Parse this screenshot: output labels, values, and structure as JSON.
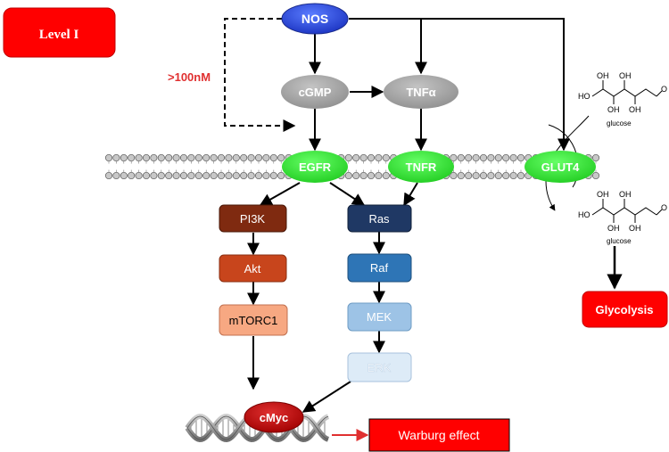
{
  "level": "Level I",
  "concentration_label": ">100nM",
  "nodes": {
    "nos": "NOS",
    "cgmp": "cGMP",
    "tnfa": "TNFα",
    "egfr": "EGFR",
    "tnfr": "TNFR",
    "glut4": "GLUT4",
    "pi3k": "PI3K",
    "akt": "Akt",
    "mtorc1": "mTORC1",
    "ras": "Ras",
    "raf": "Raf",
    "mek": "MEK",
    "erk": "ERK",
    "cmyc": "cMyc",
    "glycolysis": "Glycolysis",
    "warburg": "Warburg effect"
  },
  "glucose": {
    "top_label": "glucose",
    "bottom_label": "glucose",
    "atoms": {
      "oh": "OH",
      "ho": "HO",
      "o": "O"
    }
  },
  "colors": {
    "nos_blue": "#1f3fd6",
    "grey_node": "#a6a6a6",
    "receptor_green": "#33e533",
    "red_box": "#ff0000",
    "pi3k": "#7f2a10",
    "akt": "#c8451c",
    "mtorc1": "#f7a882",
    "ras": "#1f3864",
    "raf": "#2e75b6",
    "mek": "#9dc3e6",
    "erk": "#ddebf7",
    "cmyc": "#c00000",
    "red_text": "#e03030"
  }
}
